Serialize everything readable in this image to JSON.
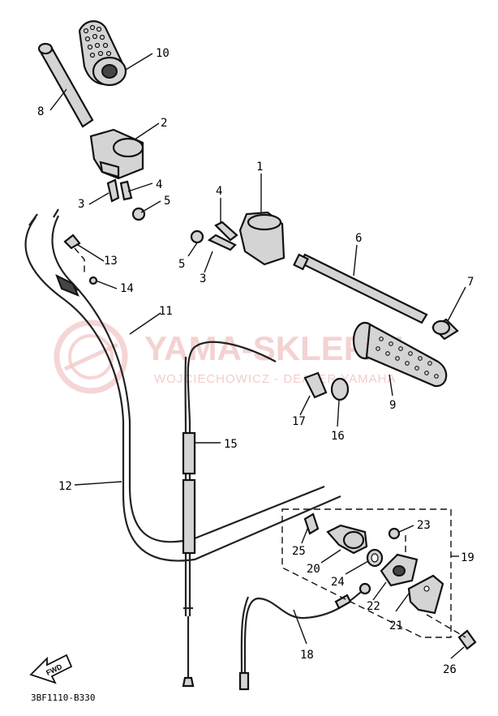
{
  "diagram": {
    "callouts": [
      {
        "id": "1",
        "text": "1"
      },
      {
        "id": "2",
        "text": "2"
      },
      {
        "id": "3a",
        "text": "3"
      },
      {
        "id": "3b",
        "text": "3"
      },
      {
        "id": "4a",
        "text": "4"
      },
      {
        "id": "4b",
        "text": "4"
      },
      {
        "id": "5a",
        "text": "5"
      },
      {
        "id": "5b",
        "text": "5"
      },
      {
        "id": "6",
        "text": "6"
      },
      {
        "id": "7",
        "text": "7"
      },
      {
        "id": "8",
        "text": "8"
      },
      {
        "id": "9",
        "text": "9"
      },
      {
        "id": "10",
        "text": "10"
      },
      {
        "id": "11",
        "text": "11"
      },
      {
        "id": "12",
        "text": "12"
      },
      {
        "id": "13",
        "text": "13"
      },
      {
        "id": "14",
        "text": "14"
      },
      {
        "id": "15",
        "text": "15"
      },
      {
        "id": "16",
        "text": "16"
      },
      {
        "id": "17",
        "text": "17"
      },
      {
        "id": "18",
        "text": "18"
      },
      {
        "id": "19",
        "text": "19"
      },
      {
        "id": "20",
        "text": "20"
      },
      {
        "id": "21",
        "text": "21"
      },
      {
        "id": "22",
        "text": "22"
      },
      {
        "id": "23",
        "text": "23"
      },
      {
        "id": "24",
        "text": "24"
      },
      {
        "id": "25",
        "text": "25"
      },
      {
        "id": "26",
        "text": "26"
      }
    ],
    "fwd_label": "FWD",
    "part_code": "3BF1110-B330",
    "watermark": {
      "title": "YAMA-SKLEP.PL",
      "subtitle": "WOJCIECHOWICZ - DEALER YAMAHA"
    }
  }
}
